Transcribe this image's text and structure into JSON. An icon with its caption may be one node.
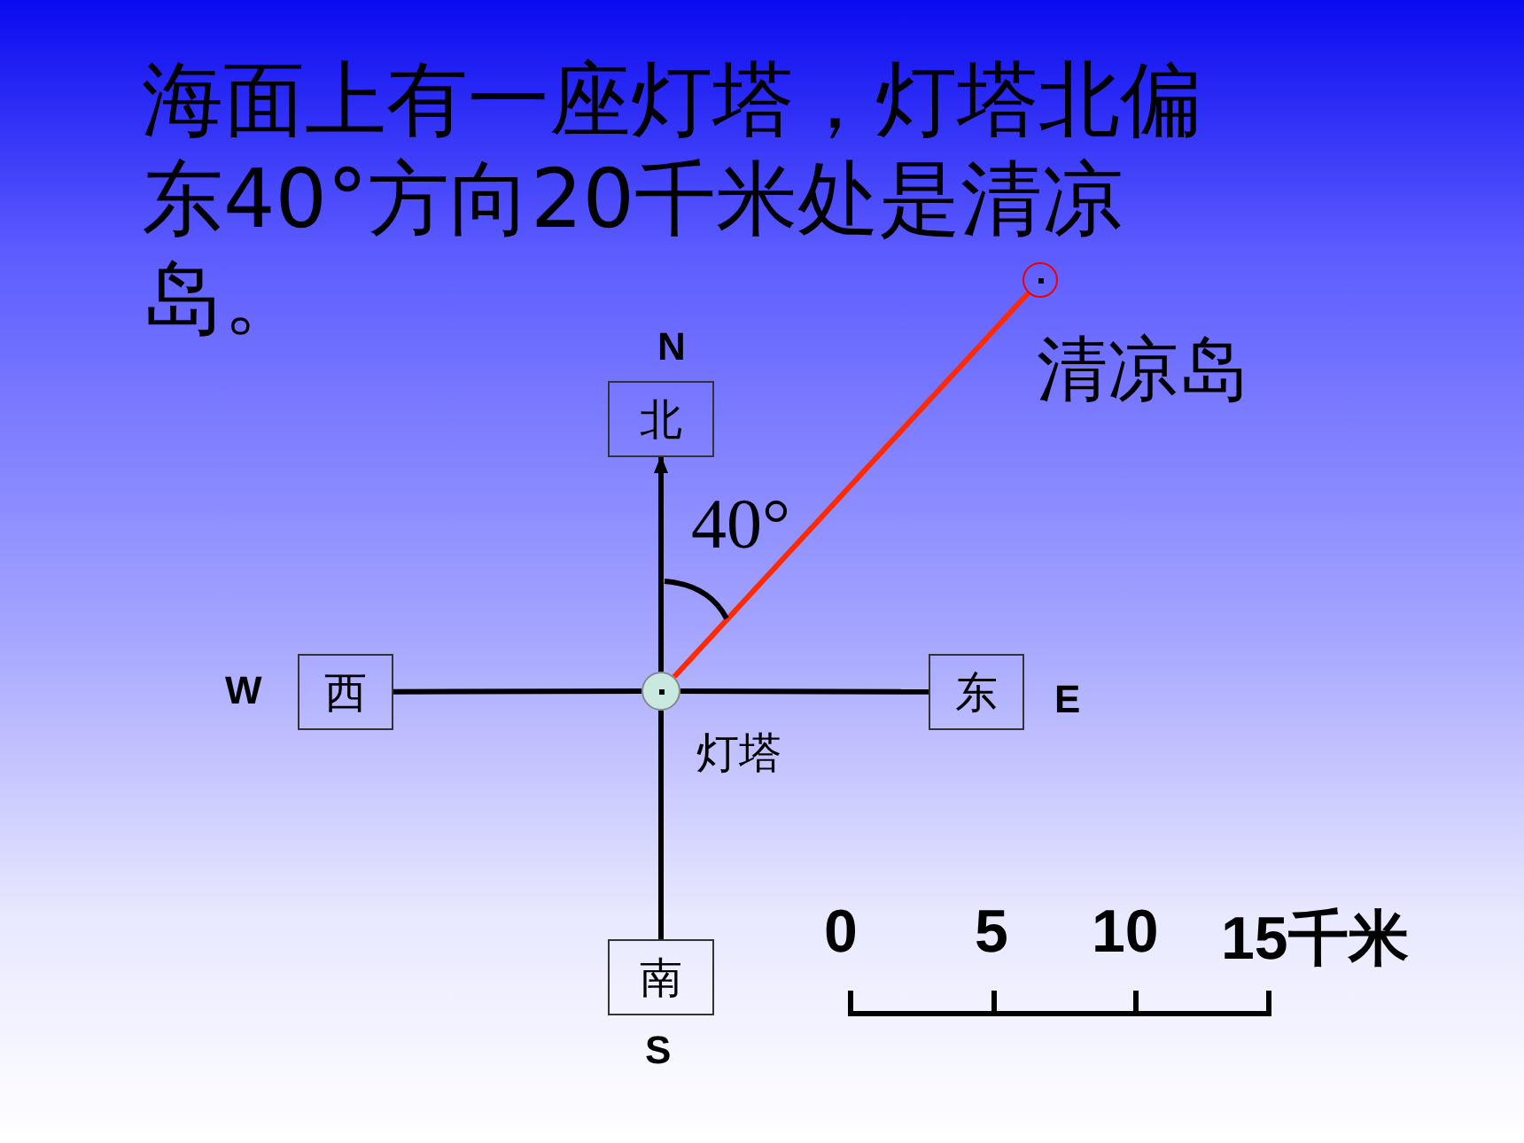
{
  "diagram": {
    "title": "海面上有一座灯塔，灯塔北偏东40°方向20千米处是清凉岛。",
    "nodes": [
      {
        "text": [
          "北"
        ]
      },
      {
        "text": [
          "西"
        ]
      },
      {
        "text": [
          "东"
        ]
      },
      {
        "text": [
          "南"
        ]
      },
      {
        "text": [],
        "shape": "circle",
        "beside": [
          "灯塔"
        ]
      },
      {
        "text": [],
        "shape": "circle",
        "beside": [
          "清凉岛"
        ]
      }
    ],
    "edges": [
      {
        "from": 4,
        "to": 0,
        "arrow": "to"
      },
      {
        "from": 4,
        "to": 1,
        "arrow": "none"
      },
      {
        "from": 4,
        "to": 2,
        "arrow": "none"
      },
      {
        "from": 4,
        "to": 3,
        "arrow": "none"
      },
      {
        "from": 4,
        "to": 5,
        "arrow": "none",
        "color": "#ff2a00"
      }
    ],
    "labels": [
      "N",
      "40°",
      "W",
      "E",
      "S",
      "0",
      "5",
      "10",
      "15千米"
    ]
  }
}
